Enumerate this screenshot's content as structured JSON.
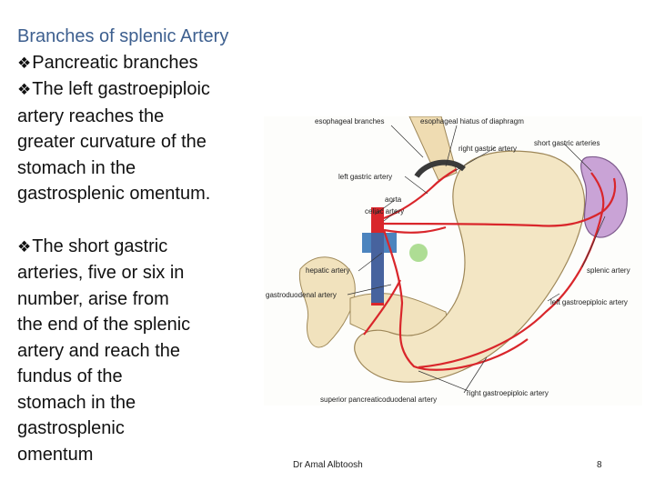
{
  "slide": {
    "title": "Branches of splenic Artery",
    "bullet_symbol": "❖",
    "bullets": [
      {
        "lines": [
          "Pancreatic branches"
        ]
      },
      {
        "lines": [
          "The left gastroepiploic",
          "artery reaches the",
          "greater curvature of the",
          "stomach in the",
          "gastrosplenic omentum."
        ]
      },
      {
        "lines": [
          "The short gastric",
          "arteries, five or six in",
          "number, arise from",
          "the end of the splenic",
          "artery and reach the",
          "fundus of the",
          "stomach in the",
          "gastrosplenic",
          "omentum"
        ]
      }
    ]
  },
  "figure": {
    "labels": {
      "esophageal_branches": "esophageal branches",
      "esophageal_hiatus": "esophageal hiatus of diaphragm",
      "right_gastric": "right gastric artery",
      "short_gastric": "short gastric arteries",
      "left_gastric": "left gastric artery",
      "aorta": "aorta",
      "celiac": "celiac artery",
      "hepatic": "hepatic artery",
      "splenic": "splenic artery",
      "gastroduodenal": "gastroduodenal artery",
      "left_gastroepiploic": "left gastroepiploic artery",
      "right_gastroepiploic": "right gastroepiploic artery",
      "superior_pancreaticoduodenal": "superior pancreaticoduodenal artery"
    },
    "colors": {
      "artery": "#d9262b",
      "vein": "#2d6fb3",
      "stomach": "#f3e6c4",
      "spleen": "#c9a3d6"
    }
  },
  "footer": {
    "author": "Dr Amal Albtoosh",
    "page": "8"
  }
}
